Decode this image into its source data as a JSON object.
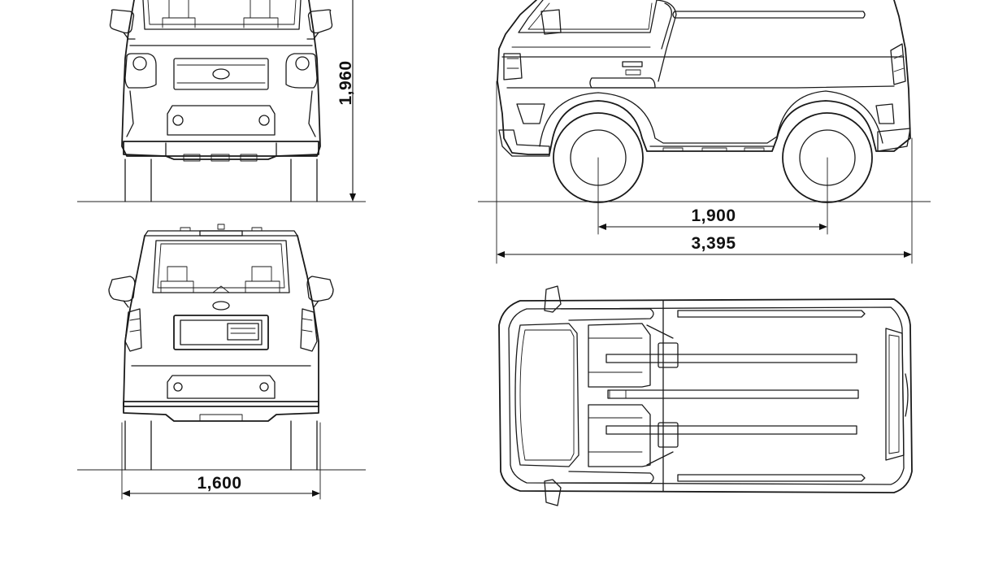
{
  "dimensions": {
    "overall_height": "1,960",
    "wheelbase": "1,900",
    "overall_length": "3,395",
    "track_width": "1,600"
  },
  "views": [
    "front-view",
    "rear-view",
    "side-view",
    "top-view"
  ]
}
